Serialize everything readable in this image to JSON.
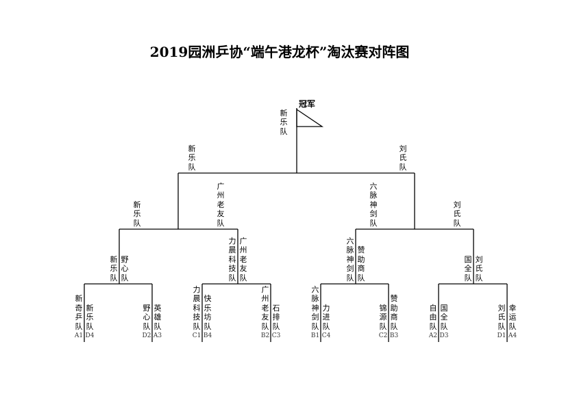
{
  "title": "2019园洲乒协“端午港龙杯”淘汰赛对阵图",
  "champion_label": "冠军",
  "champion": "新乐队",
  "final": {
    "left": "新乐队",
    "right": "刘氏队"
  },
  "semifinal": [
    "新乐队",
    "广州老友队",
    "六脉神剑队",
    "刘氏队"
  ],
  "quarterfinal": [
    {
      "left": "新乐队",
      "right": "野心队"
    },
    {
      "left": "力晨科技队",
      "right": "广州老友队"
    },
    {
      "left": "六脉神剑队",
      "right": "赞助商队"
    },
    {
      "left": "国全队",
      "right": "刘氏队"
    }
  ],
  "first_round": [
    {
      "team": "新奇乒队",
      "code": "A1"
    },
    {
      "team": "新乐队",
      "code": "D4"
    },
    {
      "team": "野心队",
      "code": "D2"
    },
    {
      "team": "英雄队",
      "code": "A3"
    },
    {
      "team": "力晨科技队",
      "code": "C1"
    },
    {
      "team": "快乐坊队",
      "code": "B4"
    },
    {
      "team": "广州老友队",
      "code": "B2"
    },
    {
      "team": "石排队",
      "code": "C3"
    },
    {
      "team": "六脉神剑队",
      "code": "B1"
    },
    {
      "team": "力进队",
      "code": "C4"
    },
    {
      "team": "锦源队",
      "code": "C2"
    },
    {
      "team": "赞助商队",
      "code": "B3"
    },
    {
      "team": "自由队",
      "code": "A2"
    },
    {
      "team": "国全队",
      "code": "D3"
    },
    {
      "team": "刘氏队",
      "code": "D1"
    },
    {
      "team": "幸运队",
      "code": "A4"
    }
  ]
}
